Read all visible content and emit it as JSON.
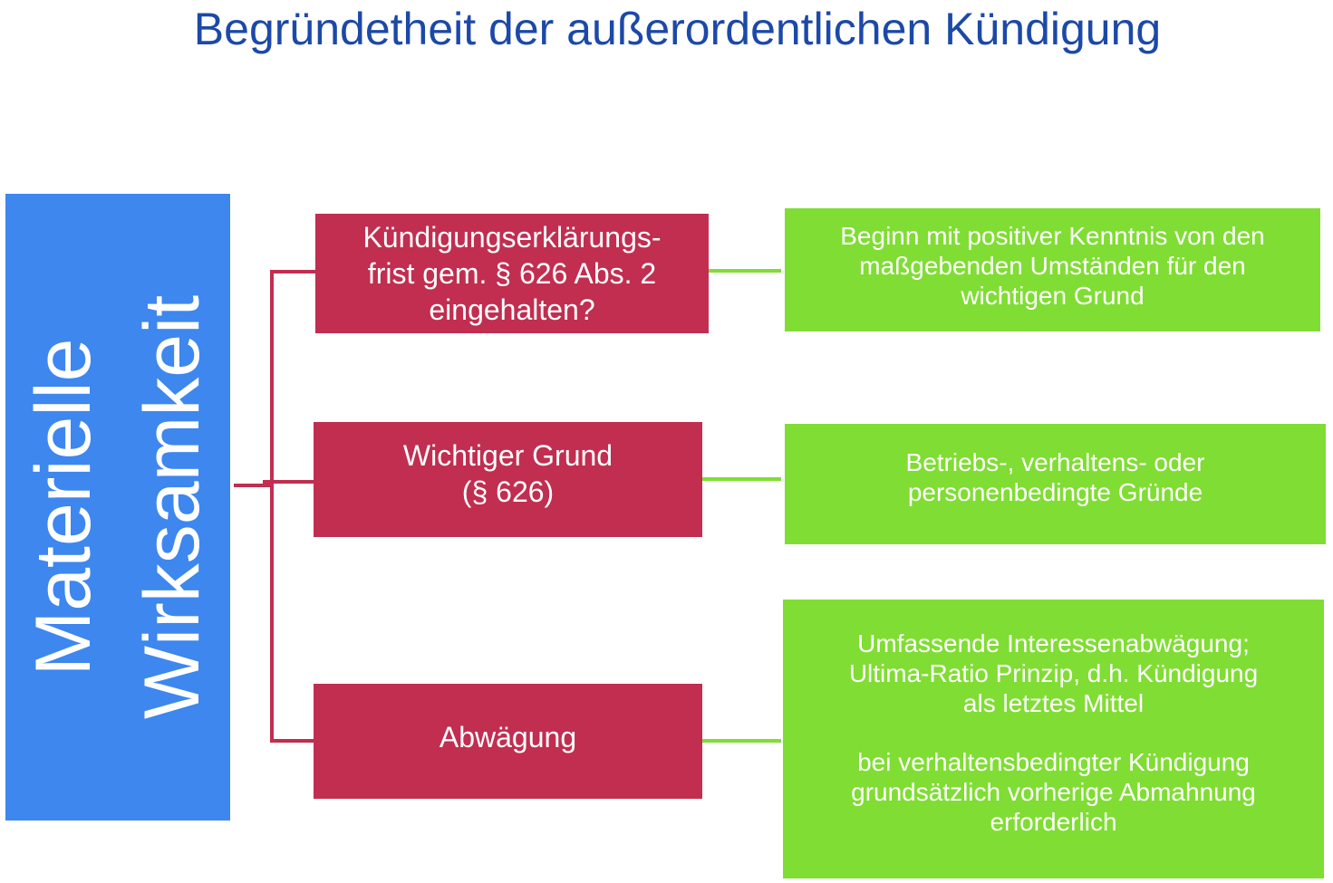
{
  "title": "Begründetheit der außerordentlichen Kündigung",
  "colors": {
    "title": "#1c49a8",
    "left": "#3d87ef",
    "red": "#c12e50",
    "green": "#80dd34",
    "connector_red": "#c12e50",
    "connector_green": "#80dd34"
  },
  "left": {
    "line1": "Materielle",
    "line2": "Wirksamkeit"
  },
  "rows": [
    {
      "red": "Kündigungserklärungs-\nfrist gem. § 626 Abs. 2\neingehalten?",
      "green": "Beginn mit positiver Kenntnis von den\nmaßgebenden Umständen für den\nwichtigen Grund"
    },
    {
      "red": "Wichtiger Grund\n(§ 626)",
      "green": "Betriebs-, verhaltens- oder\npersonenbedingte Gründe"
    },
    {
      "red": "Abwägung",
      "green": "Umfassende Interessenabwägung;\nUltima-Ratio Prinzip, d.h. Kündigung\nals letztes Mittel",
      "green_extra": "bei verhaltensbedingter Kündigung\ngrundsätzlich vorherige Abmahnung\nerforderlich"
    }
  ]
}
